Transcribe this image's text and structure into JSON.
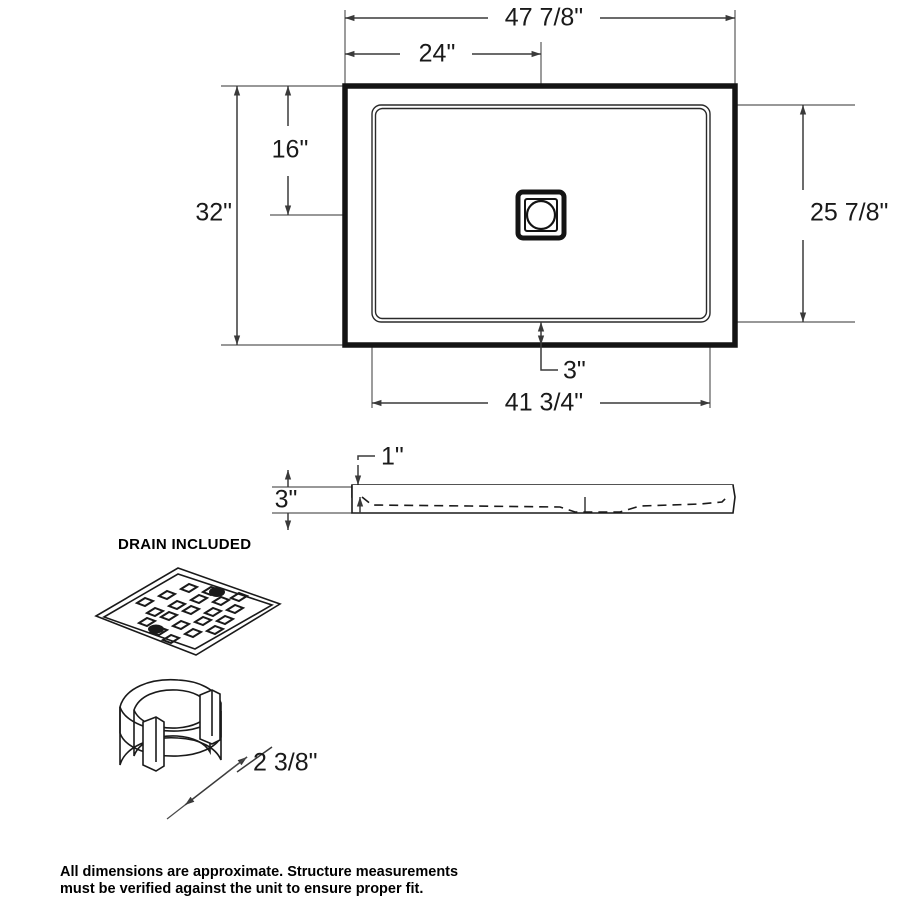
{
  "document": {
    "type": "technical-dimension-drawing",
    "subject": "Rectangular shower base / pan with center drain"
  },
  "top_view": {
    "name": "plan-view",
    "dimensions": {
      "overall_width": "47 7/8\"",
      "drain_offset_from_left": "24\"",
      "drain_offset_from_top": "16\"",
      "overall_depth": "32\"",
      "inner_basin_depth": "25 7/8\"",
      "bottom_flange": "3\"",
      "inner_basin_width": "41 3/4\""
    }
  },
  "side_view": {
    "name": "profile-view",
    "dimensions": {
      "lip_thickness": "1\"",
      "overall_height": "3\""
    }
  },
  "drain_grate": {
    "label": "DRAIN INCLUDED"
  },
  "drain_body": {
    "dimension": "2 3/8\""
  },
  "footer": {
    "line1": "All dimensions are approximate. Structure measurements",
    "line2": "must be verified against the unit to ensure proper fit."
  },
  "colors": {
    "background": "#ffffff",
    "line": "#1a1a1a",
    "dimension_line": "#3a3a3a",
    "extension_line": "#5a5a5a"
  }
}
